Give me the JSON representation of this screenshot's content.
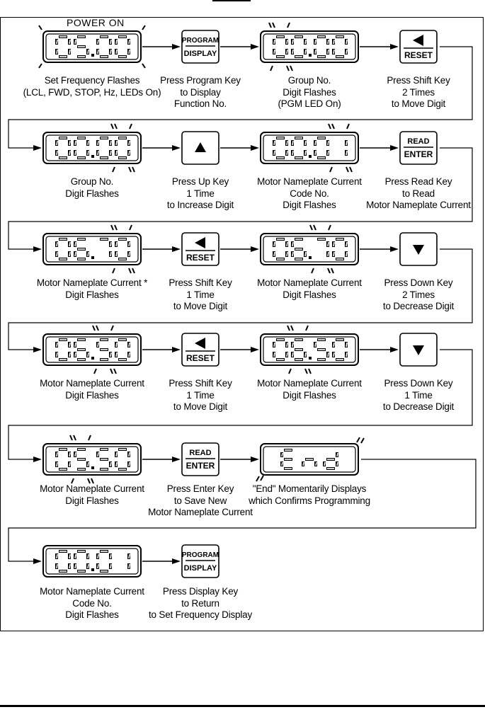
{
  "power_on_label": "POWER ON",
  "rows": [
    {
      "steps": [
        {
          "kind": "display",
          "digits": [
            "0",
            "5",
            ".",
            "0",
            "0"
          ],
          "caption": [
            "Set Frequency Flashes",
            "(LCL, FWD, STOP, Hz, LEDs On)"
          ],
          "flash": "four"
        },
        {
          "kind": "key",
          "key": "program",
          "caption": [
            "Press Program Key",
            "to Display",
            "Function No."
          ]
        },
        {
          "kind": "display",
          "digits": [
            "0",
            "0",
            ".",
            "0",
            "0"
          ],
          "caption": [
            "Group No.",
            "Digit Flashes",
            "(PGM LED On)"
          ],
          "flash": "first"
        },
        {
          "kind": "key",
          "key": "shift",
          "caption": [
            "Press Shift Key",
            "2 Times",
            "to Move Digit"
          ]
        }
      ]
    },
    {
      "steps": [
        {
          "kind": "display",
          "digits": [
            "0",
            "0",
            ".",
            "0",
            "0"
          ],
          "caption": [
            "Group No.",
            "Digit Flashes"
          ],
          "flash": "right"
        },
        {
          "kind": "key",
          "key": "up",
          "caption": [
            "Press Up Key",
            "1 Time",
            "to Increase Digit"
          ]
        },
        {
          "kind": "display",
          "digits": [
            "0",
            "0",
            ".",
            "0",
            "1"
          ],
          "caption": [
            "Motor Nameplate Current",
            "Code No.",
            "Digit Flashes"
          ],
          "flash": "right"
        },
        {
          "kind": "key",
          "key": "read",
          "caption": [
            "Press Read Key",
            "to Read",
            "Motor Nameplate Current"
          ]
        }
      ]
    },
    {
      "steps": [
        {
          "kind": "display",
          "digits": [
            "0",
            "6",
            ".",
            "7",
            "0"
          ],
          "caption": [
            "Motor Nameplate Current *",
            "Digit Flashes"
          ],
          "flash": "right"
        },
        {
          "kind": "key",
          "key": "shift",
          "caption": [
            "Press Shift Key",
            "1 Time",
            "to Move Digit"
          ]
        },
        {
          "kind": "display",
          "digits": [
            "0",
            "6",
            ".",
            "7",
            "0"
          ],
          "caption": [
            "Motor Nameplate Current",
            "Digit Flashes"
          ],
          "flash": "mid"
        },
        {
          "kind": "key",
          "key": "down",
          "caption": [
            "Press Down Key",
            "2 Times",
            "to Decrease Digit"
          ]
        }
      ]
    },
    {
      "steps": [
        {
          "kind": "display",
          "digits": [
            "0",
            "6",
            ".",
            "5",
            "0"
          ],
          "caption": [
            "Motor Nameplate Current",
            "Digit Flashes"
          ],
          "flash": "mid"
        },
        {
          "kind": "key",
          "key": "shift",
          "caption": [
            "Press Shift Key",
            "1 Time",
            "to Move Digit"
          ]
        },
        {
          "kind": "display",
          "digits": [
            "0",
            "6",
            ".",
            "5",
            "0"
          ],
          "caption": [
            "Motor Nameplate Current",
            "Digit Flashes"
          ],
          "flash": "left"
        },
        {
          "kind": "key",
          "key": "down",
          "caption": [
            "Press Down Key",
            "1 Time",
            "to Decrease Digit"
          ]
        }
      ]
    },
    {
      "steps": [
        {
          "kind": "display",
          "digits": [
            "0",
            "5",
            ".",
            "5",
            "0"
          ],
          "caption": [
            "Motor Nameplate Current",
            "Digit Flashes"
          ],
          "flash": "left"
        },
        {
          "kind": "key",
          "key": "read",
          "caption": [
            "Press Enter Key",
            "to Save New",
            "Motor Nameplate Current"
          ]
        },
        {
          "kind": "display",
          "digits": [
            "E",
            "n",
            "d"
          ],
          "caption": [
            "\"End\" Momentarily Displays",
            "which Confirms Programming"
          ],
          "flash": "ends"
        }
      ]
    },
    {
      "steps": [
        {
          "kind": "display",
          "digits": [
            "0",
            "0",
            ".",
            "0",
            "1"
          ],
          "caption": [
            "Motor Nameplate Current",
            "Code No.",
            "Digit Flashes"
          ],
          "flash": "none"
        },
        {
          "kind": "key",
          "key": "program",
          "caption": [
            "Press Display Key",
            "to Return",
            "to Set Frequency Display"
          ]
        }
      ]
    }
  ],
  "keys": {
    "program": [
      "PROGRAM",
      "DISPLAY"
    ],
    "read": [
      "READ",
      "ENTER"
    ],
    "shift": [
      "RESET"
    ]
  },
  "icons": {
    "shift": "left-triangle-icon",
    "up": "up-triangle-icon",
    "down": "down-triangle-icon"
  }
}
